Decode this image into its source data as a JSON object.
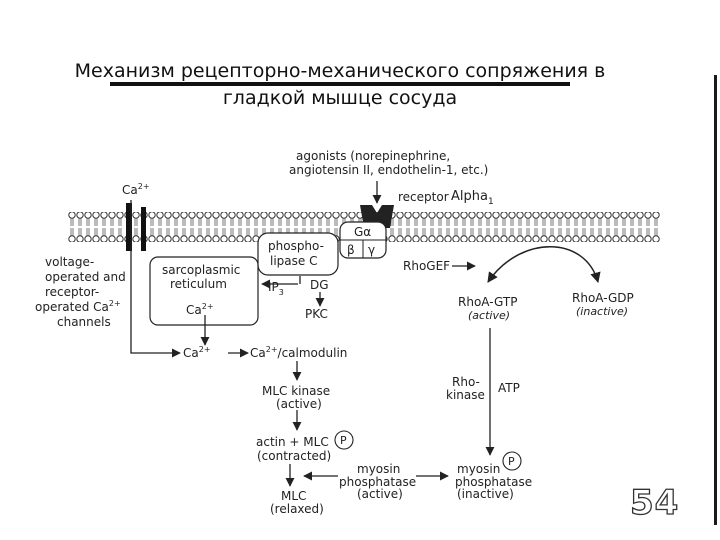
{
  "title": {
    "line1": "Механизм рецепторно-механического сопряжения в",
    "line2": "гладкой мышце сосуда"
  },
  "page_number": "54",
  "diagram": {
    "agonists": [
      "agonists (norepinephrine,",
      "angiotensin II, endothelin-1, etc.)"
    ],
    "receptor": "receptor",
    "alpha_label": "Alpha",
    "alpha_sub": "1",
    "ca_outside": "Ca",
    "ca_sup": "2+",
    "channels": [
      "voltage-",
      "operated and",
      "receptor-",
      "operated Ca",
      "channels"
    ],
    "g_alpha": "Gα",
    "g_beta": "β",
    "g_gamma": "γ",
    "plc": [
      "phospho-",
      "lipase C"
    ],
    "sr": [
      "sarcoplasmic",
      "reticulum"
    ],
    "sr_ca": "Ca",
    "ip3": "IP",
    "ip3_sub": "3",
    "dg": "DG",
    "pkc": "PKC",
    "ca_cyto": "Ca",
    "ca_calmodulin": "Ca",
    "calmodulin_text": "/calmodulin",
    "mlck": [
      "MLC  kinase",
      "(active)"
    ],
    "actin_mlc": [
      "actin + MLC",
      "(contracted)"
    ],
    "p": "P",
    "mlc": [
      "MLC",
      "(relaxed)"
    ],
    "myosin_active": [
      "myosin",
      "phosphatase",
      "(active)"
    ],
    "myosin_inactive": [
      "myosin",
      "phosphatase",
      "(inactive)"
    ],
    "rhogef": "RhoGEF",
    "rhoa_gtp": [
      "RhoA-GTP",
      "(active)"
    ],
    "rhoa_gdp": [
      "RhoA-GDP",
      "(inactive)"
    ],
    "rho_kinase": [
      "Rho-",
      "kinase"
    ],
    "atp": "ATP"
  }
}
